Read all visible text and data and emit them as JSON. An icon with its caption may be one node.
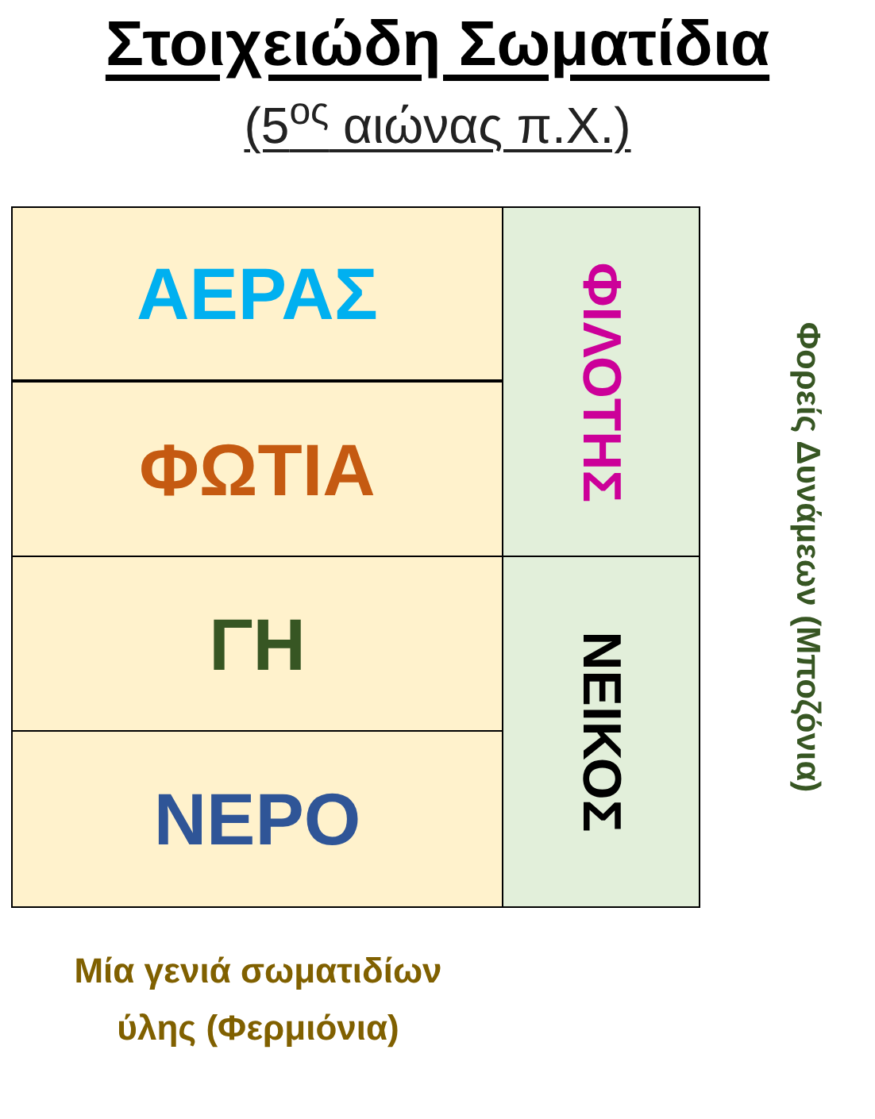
{
  "diagram": {
    "title": "Στοιχειώδη Σωματίδια",
    "nodes": [
      {
        "text": [
          "ΑΕΡΑΣ"
        ]
      },
      {
        "text": [
          "ΦΩΤΙΑ"
        ]
      },
      {
        "text": [
          "ΓΗ"
        ]
      },
      {
        "text": [
          "ΝΕΡΟ"
        ]
      },
      {
        "text": [
          "ΦΙΛΟΤΗΣ"
        ]
      },
      {
        "text": [
          "ΝΕΙΚΟΣ"
        ]
      }
    ],
    "labels": [
      "(5$^{ος}$ αιώνας π.Χ.)",
      "Φορείς Δυνάμεων (Μποζόνια)",
      "Μία γενιά σωματιδίων ύλης (Φερμιόνια)"
    ]
  }
}
